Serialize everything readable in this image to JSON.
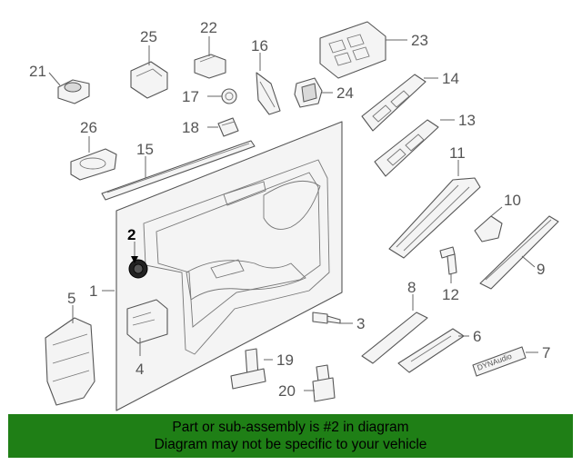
{
  "diagram": {
    "callouts": [
      {
        "id": "1",
        "label": "1"
      },
      {
        "id": "2",
        "label": "2",
        "highlight": true
      },
      {
        "id": "3",
        "label": "3"
      },
      {
        "id": "4",
        "label": "4"
      },
      {
        "id": "5",
        "label": "5"
      },
      {
        "id": "6",
        "label": "6"
      },
      {
        "id": "7",
        "label": "7"
      },
      {
        "id": "8",
        "label": "8"
      },
      {
        "id": "9",
        "label": "9"
      },
      {
        "id": "10",
        "label": "10"
      },
      {
        "id": "11",
        "label": "11"
      },
      {
        "id": "12",
        "label": "12"
      },
      {
        "id": "13",
        "label": "13"
      },
      {
        "id": "14",
        "label": "14"
      },
      {
        "id": "15",
        "label": "15"
      },
      {
        "id": "16",
        "label": "16"
      },
      {
        "id": "17",
        "label": "17"
      },
      {
        "id": "18",
        "label": "18"
      },
      {
        "id": "19",
        "label": "19"
      },
      {
        "id": "20",
        "label": "20"
      },
      {
        "id": "21",
        "label": "21"
      },
      {
        "id": "22",
        "label": "22"
      },
      {
        "id": "23",
        "label": "23"
      },
      {
        "id": "24",
        "label": "24"
      },
      {
        "id": "25",
        "label": "25"
      },
      {
        "id": "26",
        "label": "26"
      }
    ],
    "badge_text": "DYNAudio"
  },
  "banner": {
    "line1": "Part or sub-assembly is #2 in diagram",
    "line2": "Diagram may not be specific to your vehicle",
    "background": "#1f7f16"
  },
  "colors": {
    "highlight_part": "#222222",
    "line_art": "#555555"
  }
}
